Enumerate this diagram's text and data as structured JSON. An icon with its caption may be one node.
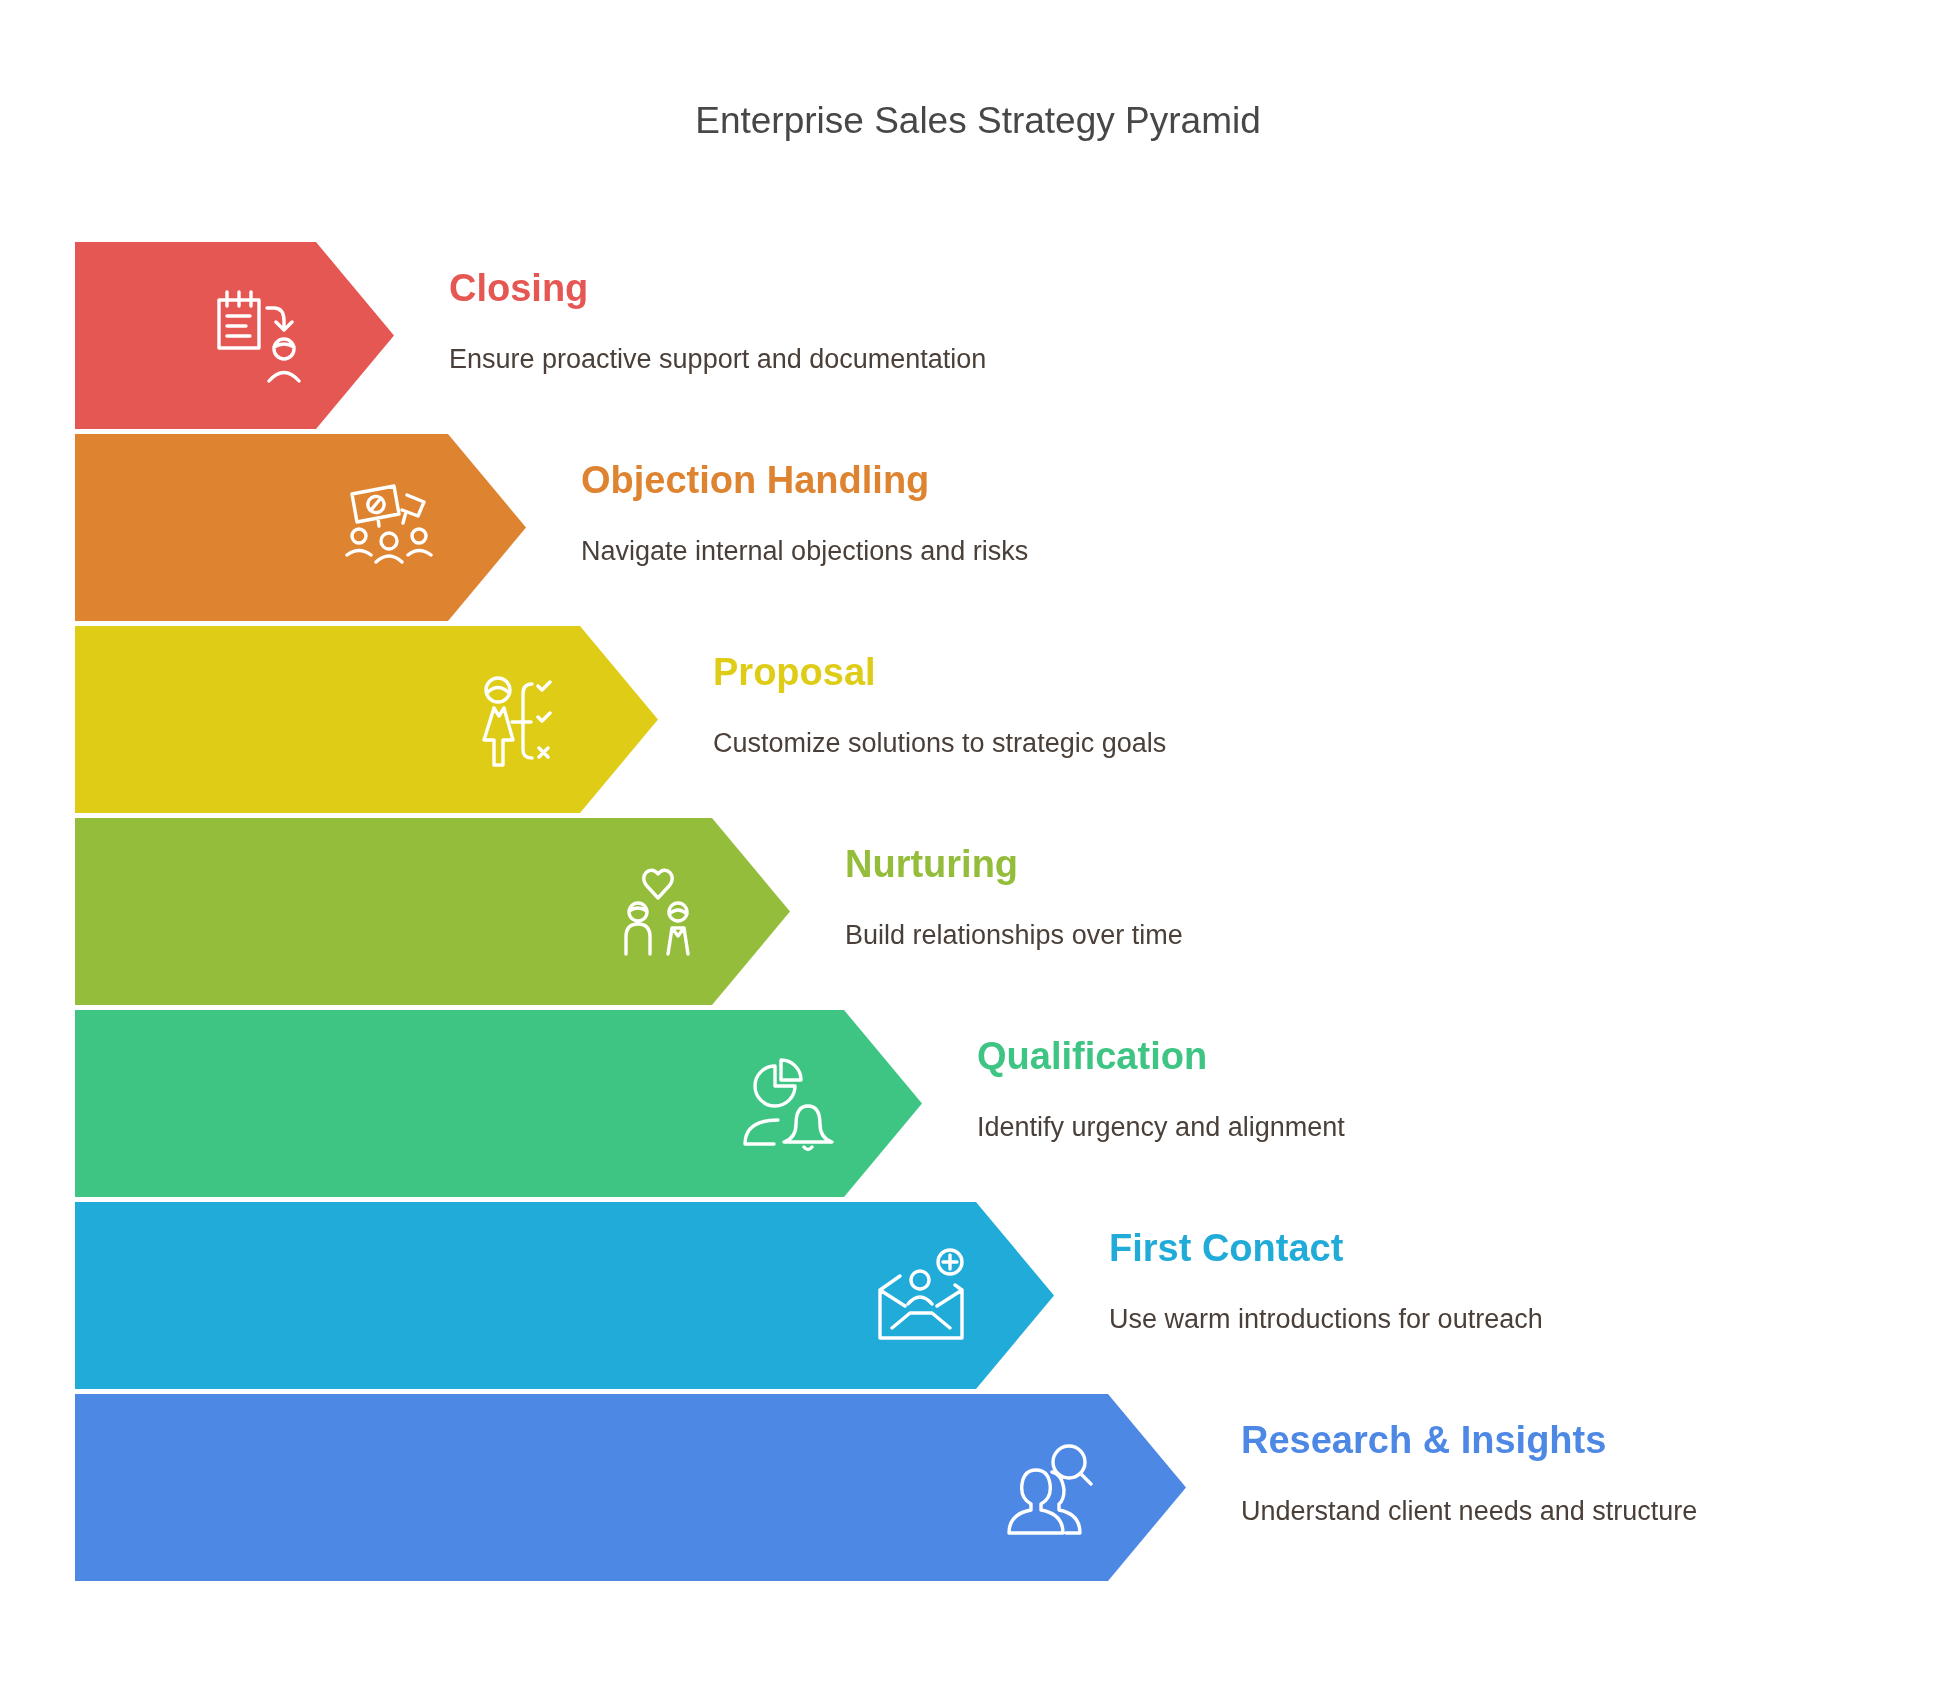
{
  "diagram": {
    "title": "Enterprise Sales Strategy Pyramid",
    "nodes": [
      {
        "text": [
          "Closing",
          "Ensure proactive support and documentation"
        ]
      },
      {
        "text": [
          "Objection Handling",
          "Navigate internal objections and risks"
        ]
      },
      {
        "text": [
          "Proposal",
          "Customize solutions to strategic goals"
        ]
      },
      {
        "text": [
          "Nurturing",
          "Build relationships over time"
        ]
      },
      {
        "text": [
          "Qualification",
          "Identify urgency and alignment"
        ]
      },
      {
        "text": [
          "First Contact",
          "Use warm introductions for outreach"
        ]
      },
      {
        "text": [
          "Research & Insights",
          "Understand client needs and structure"
        ]
      }
    ]
  }
}
